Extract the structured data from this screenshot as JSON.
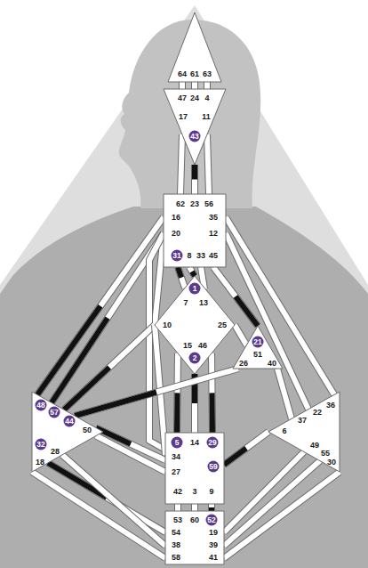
{
  "diagram": {
    "nodes": [
      {
        "text": [
          "64",
          "61",
          "63"
        ]
      },
      {
        "text": [
          "47",
          "24",
          "4",
          "17",
          "11",
          "43"
        ]
      },
      {
        "text": [
          "62",
          "23",
          "56",
          "16",
          "35",
          "20",
          "12",
          "31",
          "8",
          "33",
          "45"
        ]
      },
      {
        "text": [
          "1",
          "7",
          "13",
          "10",
          "25",
          "15",
          "46",
          "2"
        ]
      },
      {
        "text": [
          "21",
          "51",
          "26",
          "40"
        ]
      },
      {
        "text": [
          "48",
          "57",
          "44",
          "50",
          "32",
          "28",
          "18"
        ]
      },
      {
        "text": [
          "36",
          "22",
          "37",
          "6",
          "49",
          "55",
          "30"
        ]
      },
      {
        "text": [
          "5",
          "14",
          "29",
          "34",
          "59",
          "27",
          "42",
          "3",
          "9"
        ]
      },
      {
        "text": [
          "53",
          "60",
          "52",
          "54",
          "19",
          "38",
          "39",
          "58",
          "41"
        ]
      }
    ],
    "edges": [
      {
        "from": 0,
        "to": 1,
        "arrow": "none"
      },
      {
        "from": 0,
        "to": 1,
        "arrow": "none"
      },
      {
        "from": 0,
        "to": 1,
        "arrow": "none"
      },
      {
        "from": 1,
        "to": 2,
        "arrow": "none"
      },
      {
        "from": 1,
        "to": 2,
        "arrow": "none"
      },
      {
        "from": 1,
        "to": 2,
        "arrow": "none"
      },
      {
        "from": 2,
        "to": 3,
        "arrow": "none"
      },
      {
        "from": 2,
        "to": 3,
        "arrow": "none"
      },
      {
        "from": 2,
        "to": 3,
        "arrow": "none"
      },
      {
        "from": 2,
        "to": 3,
        "arrow": "none"
      },
      {
        "from": 2,
        "to": 4,
        "arrow": "none"
      },
      {
        "from": 2,
        "to": 5,
        "arrow": "none"
      },
      {
        "from": 2,
        "to": 5,
        "arrow": "none"
      },
      {
        "from": 2,
        "to": 6,
        "arrow": "none"
      },
      {
        "from": 2,
        "to": 6,
        "arrow": "none"
      },
      {
        "from": 2,
        "to": 7,
        "arrow": "none"
      },
      {
        "from": 3,
        "to": 4,
        "arrow": "none"
      },
      {
        "from": 3,
        "to": 5,
        "arrow": "none"
      },
      {
        "from": 3,
        "to": 7,
        "arrow": "none"
      },
      {
        "from": 3,
        "to": 7,
        "arrow": "none"
      },
      {
        "from": 3,
        "to": 7,
        "arrow": "none"
      },
      {
        "from": 3,
        "to": 7,
        "arrow": "none"
      },
      {
        "from": 4,
        "to": 5,
        "arrow": "none"
      },
      {
        "from": 4,
        "to": 6,
        "arrow": "none"
      },
      {
        "from": 5,
        "to": 7,
        "arrow": "none"
      },
      {
        "from": 5,
        "to": 7,
        "arrow": "none"
      },
      {
        "from": 5,
        "to": 8,
        "arrow": "none"
      },
      {
        "from": 5,
        "to": 8,
        "arrow": "none"
      },
      {
        "from": 5,
        "to": 8,
        "arrow": "none"
      },
      {
        "from": 6,
        "to": 7,
        "arrow": "none"
      },
      {
        "from": 6,
        "to": 8,
        "arrow": "none"
      },
      {
        "from": 6,
        "to": 8,
        "arrow": "none"
      },
      {
        "from": 6,
        "to": 8,
        "arrow": "none"
      },
      {
        "from": 7,
        "to": 8,
        "arrow": "none"
      },
      {
        "from": 7,
        "to": 8,
        "arrow": "none"
      },
      {
        "from": 7,
        "to": 8,
        "arrow": "none"
      }
    ]
  }
}
